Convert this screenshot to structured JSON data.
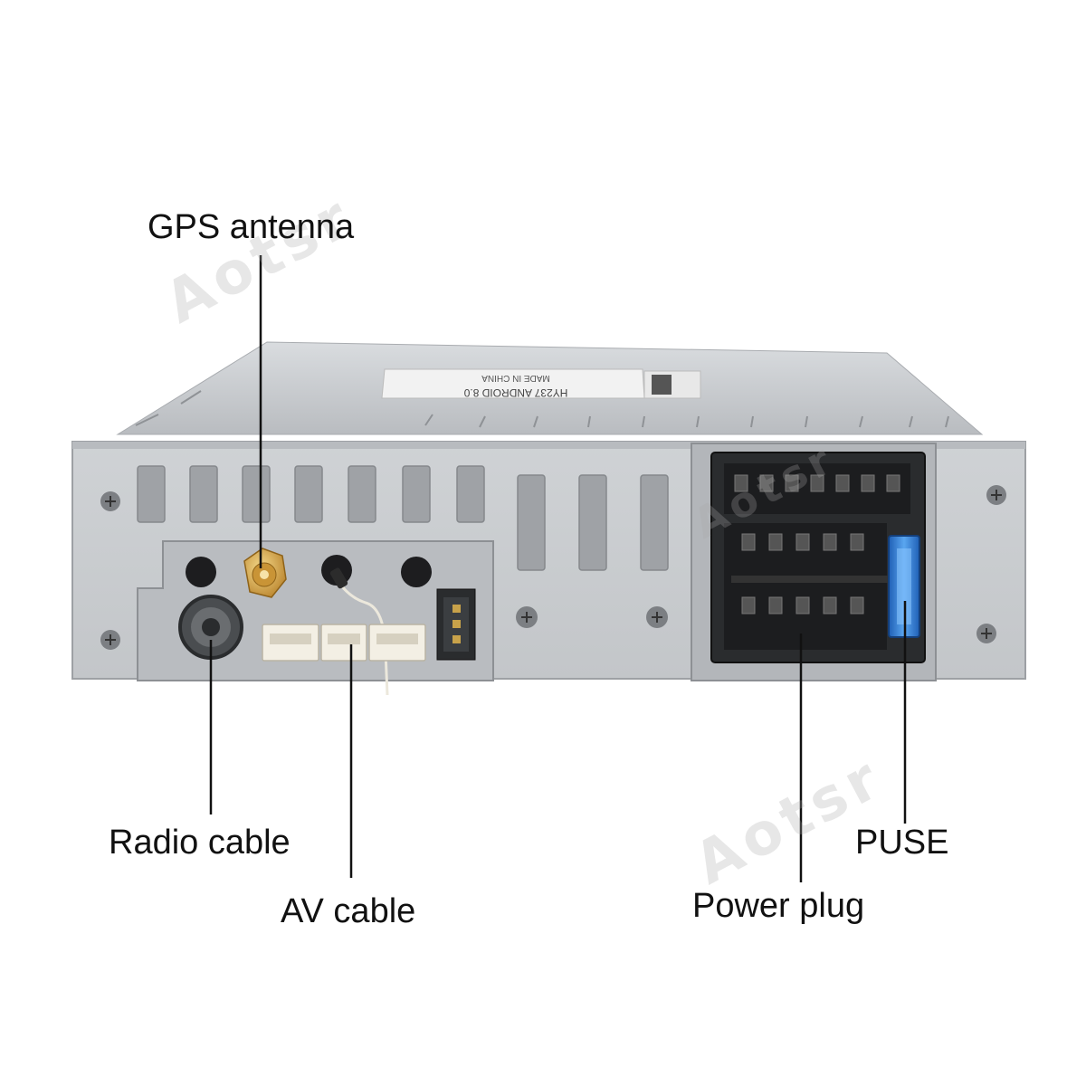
{
  "callouts": {
    "gps_antenna": "GPS antenna",
    "radio_cable": "Radio cable",
    "av_cable": "AV cable",
    "puse": "PUSE",
    "power_plug": "Power plug"
  },
  "sticker": {
    "line1": "HY237 ANDROID 8.0",
    "line2": "MADE IN CHINA"
  },
  "watermark": "Aotsr",
  "colors": {
    "panel": "#c9ccd0",
    "fuse": "#2f7fd8",
    "antenna_gold": "#d9a53a",
    "connector_black": "#2a2c2e"
  }
}
